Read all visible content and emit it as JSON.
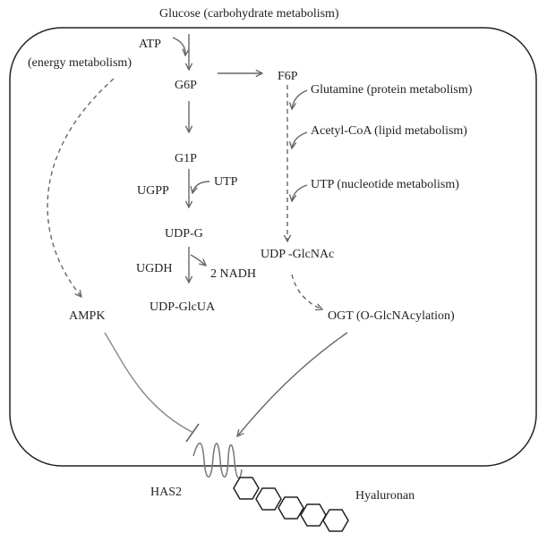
{
  "labels": {
    "glucose": "Glucose (carbohydrate metabolism)",
    "atp": "ATP",
    "energy": "(energy metabolism)",
    "g6p": "G6P",
    "f6p": "F6P",
    "glutamine": "Glutamine (protein metabolism)",
    "acetylcoa": "Acetyl-CoA (lipid metabolism)",
    "utp_nucleotide": "UTP (nucleotide metabolism)",
    "g1p": "G1P",
    "ugpp": "UGPP",
    "utp": "UTP",
    "udpg": "UDP-G",
    "udpglcnac": "UDP -GlcNAc",
    "ugdh": "UGDH",
    "nadh": "2 NADH",
    "udpglcua": "UDP-GlcUA",
    "ampk": "AMPK",
    "ogt": "OGT (O-GlcNAcylation)",
    "has2": "HAS2",
    "hyaluronan": "Hyaluronan"
  },
  "colors": {
    "stroke": "#555555",
    "arrow": "#666666",
    "text": "#222222"
  }
}
